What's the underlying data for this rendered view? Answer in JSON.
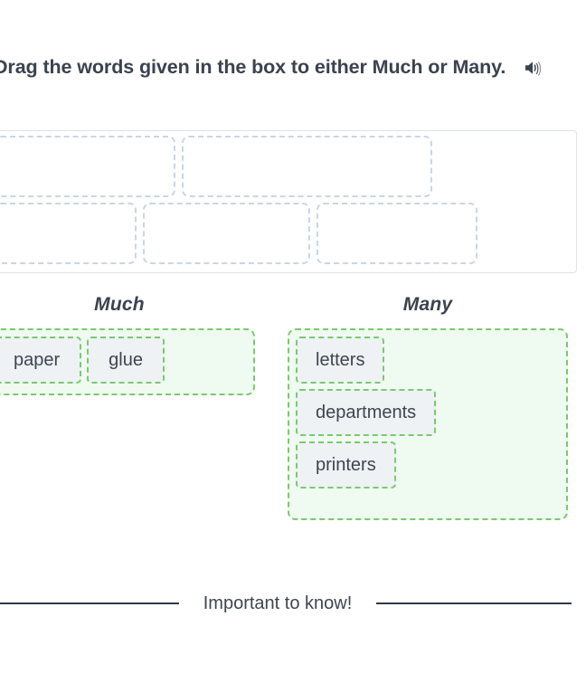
{
  "instruction": {
    "text": "Drag the words given in the box to either Much or Many.",
    "audio_icon": "speaker-icon"
  },
  "word_bank": {
    "name": "word-bank",
    "rows": [
      [
        {
          "slot": "empty-slot",
          "width_class": "slot-w1"
        },
        {
          "slot": "empty-slot",
          "width_class": "slot-w2"
        }
      ],
      [
        {
          "slot": "empty-slot",
          "width_class": "slot-w3"
        },
        {
          "slot": "empty-slot",
          "width_class": "slot-w4"
        },
        {
          "slot": "empty-slot",
          "width_class": "slot-w5"
        }
      ]
    ]
  },
  "categories": [
    {
      "label": "Much",
      "zone_name": "drop-zone-much",
      "words": [
        "paper",
        "glue"
      ]
    },
    {
      "label": "Many",
      "zone_name": "drop-zone-many",
      "words": [
        "letters",
        "departments",
        "printers"
      ]
    }
  ],
  "footer": {
    "text": "Important to know!"
  },
  "colors": {
    "accent_green": "#7bc96f",
    "zone_background": "#effaf0",
    "tile_background": "#eef2f5",
    "slot_border": "#c9d6e4",
    "text": "#3b4250",
    "rule": "#31384a"
  }
}
